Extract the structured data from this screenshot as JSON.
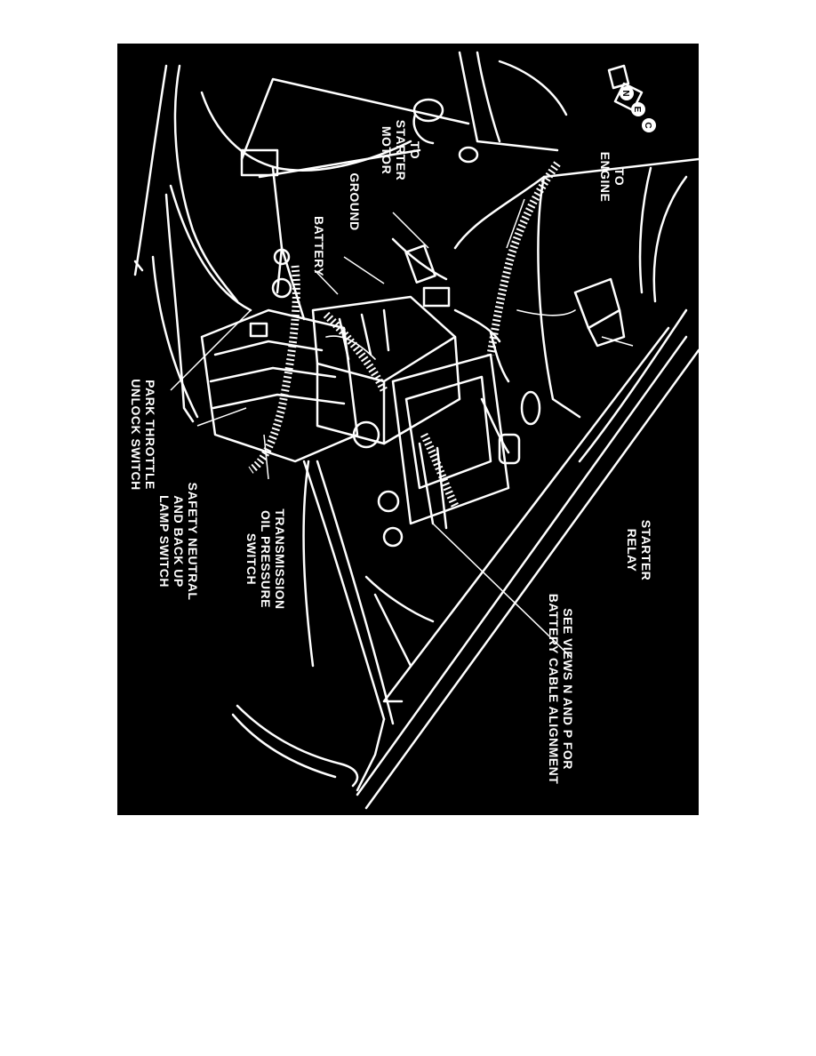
{
  "figure": {
    "background_color": "#000000",
    "line_color": "#ffffff",
    "callouts": {
      "to_engine": [
        "TO",
        "ENGINE"
      ],
      "to_starter_motor": [
        "TO",
        "STARTER",
        "MOTOR"
      ],
      "ground": "GROUND",
      "battery": "BATTERY",
      "starter_relay": [
        "STARTER",
        "RELAY"
      ],
      "see_views": [
        "SEE VIEWS N AND P FOR",
        "BATTERY CABLE ALIGNMENT"
      ],
      "park_throttle": [
        "PARK THROTTLE",
        "UNLOCK SWITCH"
      ],
      "safety_neutral": [
        "SAFETY NEUTRAL",
        "AND BACK UP",
        "LAMP SWITCH"
      ],
      "transmission_oil": [
        "TRANSMISSION",
        "OIL PRESSURE",
        "SWITCH"
      ]
    },
    "compass_letters": [
      "N",
      "E",
      "C"
    ]
  }
}
